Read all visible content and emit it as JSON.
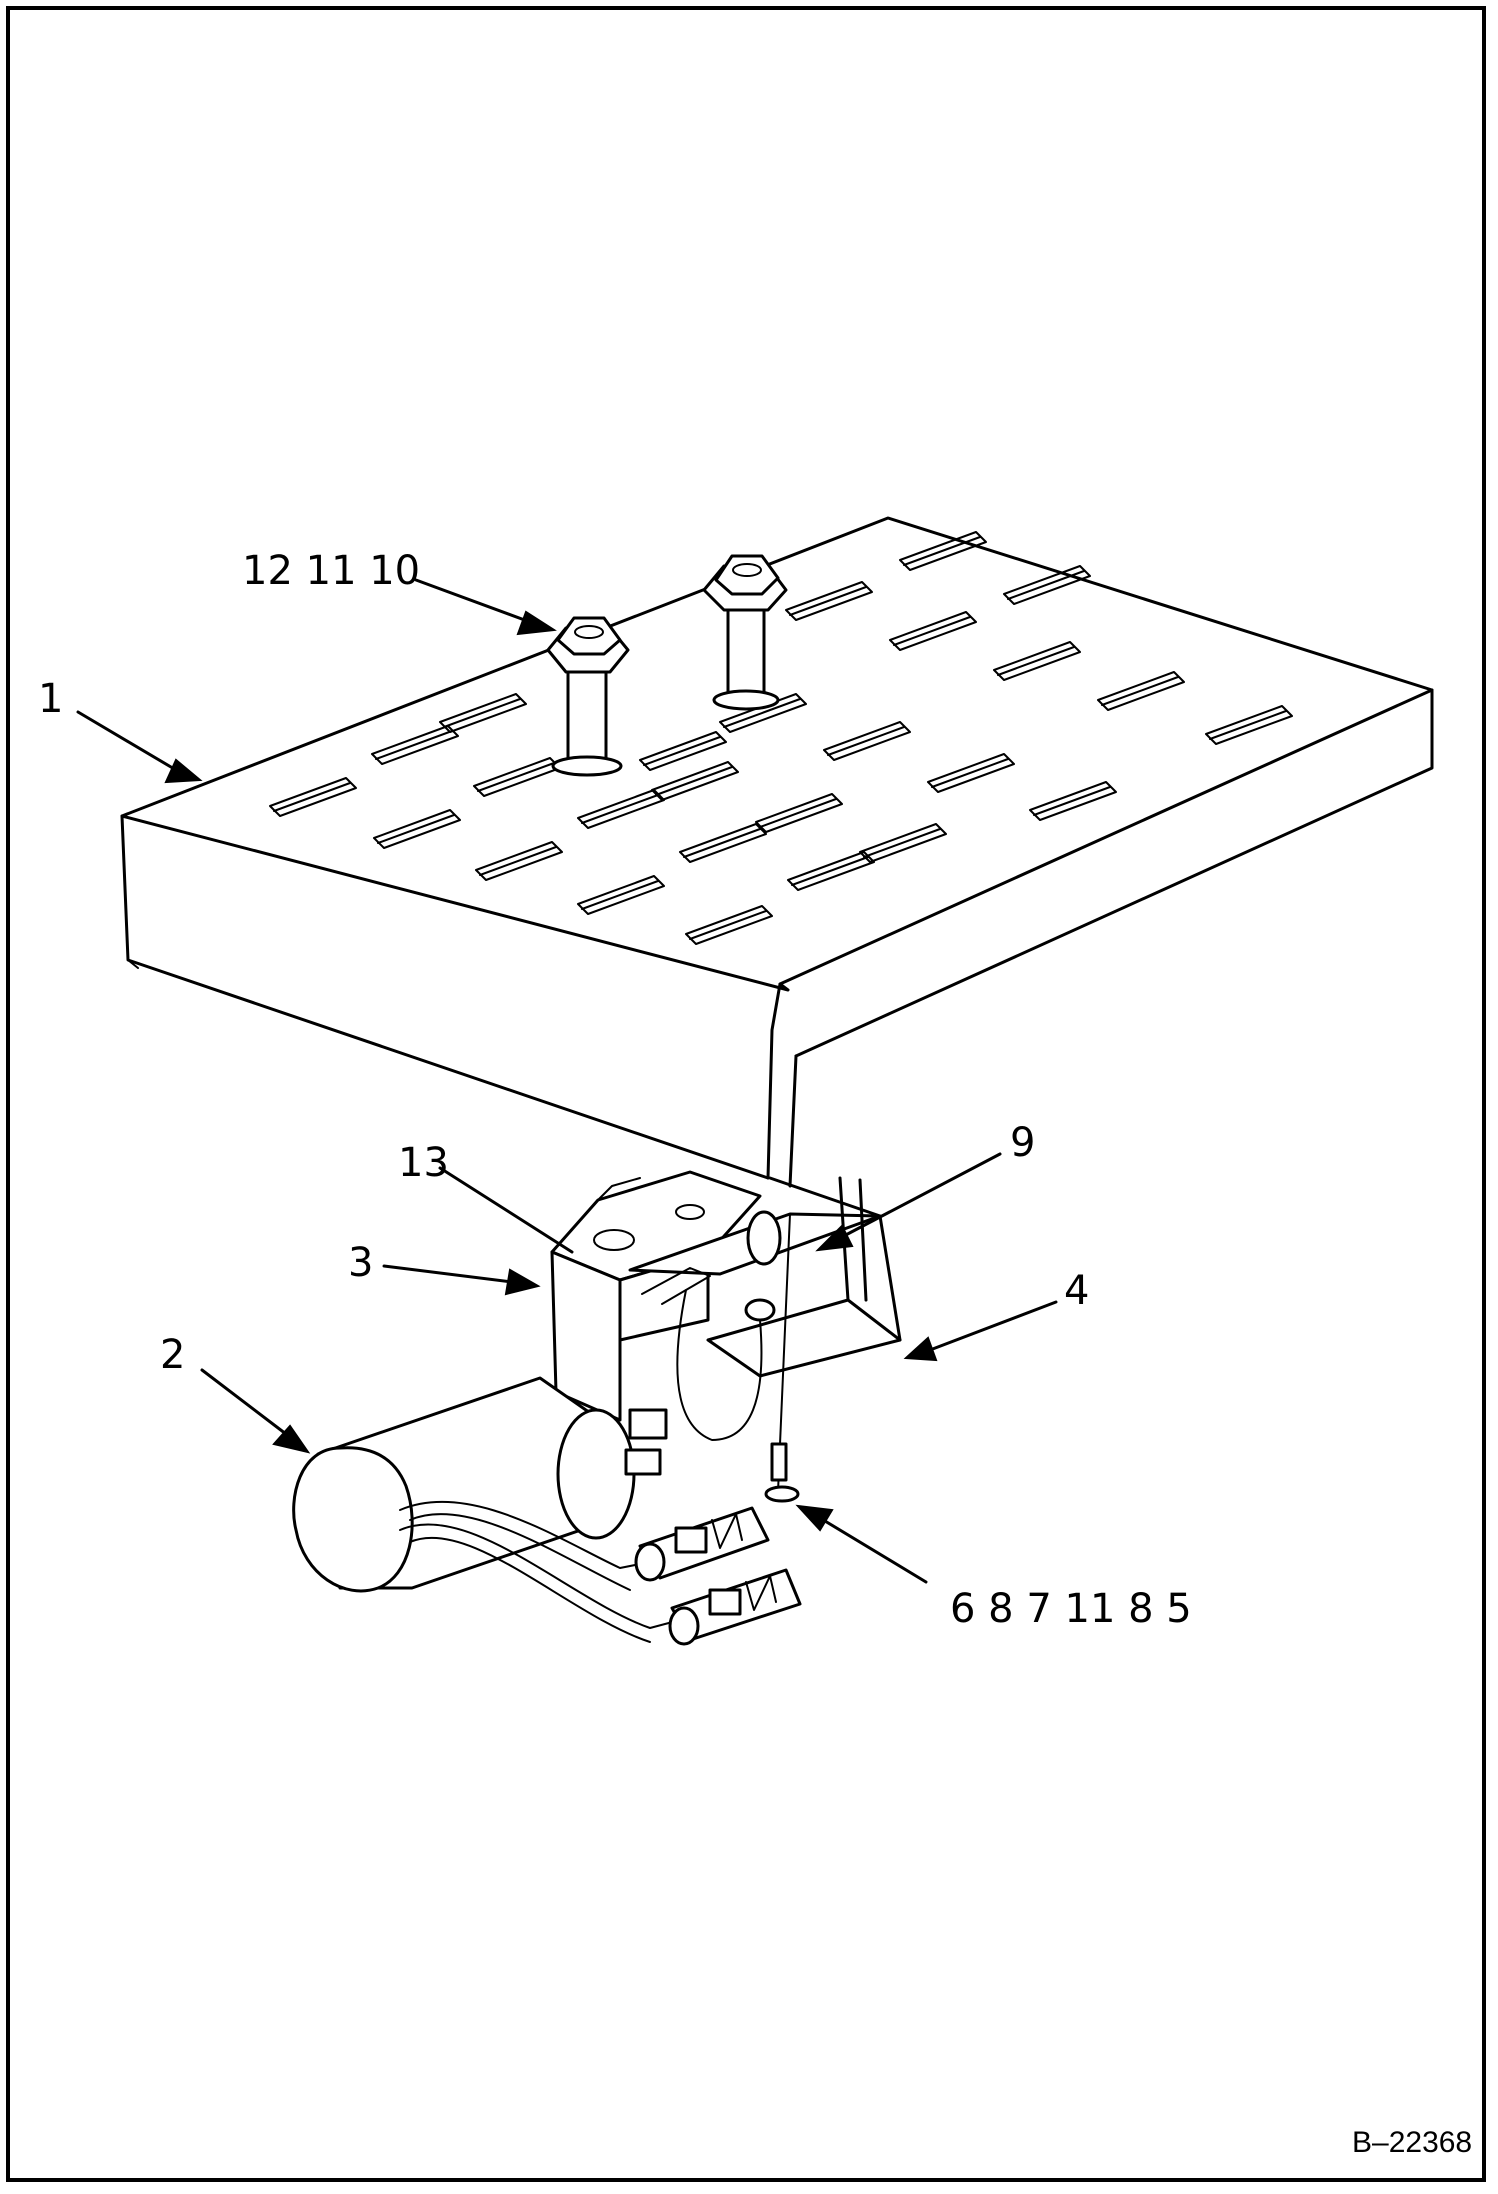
{
  "callouts": {
    "c1": "1",
    "c2": "2",
    "c3": "3",
    "c4": "4",
    "c9": "9",
    "c13": "13",
    "c_bolt": "12  11  10",
    "c_bottom": "6  8  7  11  8  5"
  },
  "drawing_number": "B–22368"
}
